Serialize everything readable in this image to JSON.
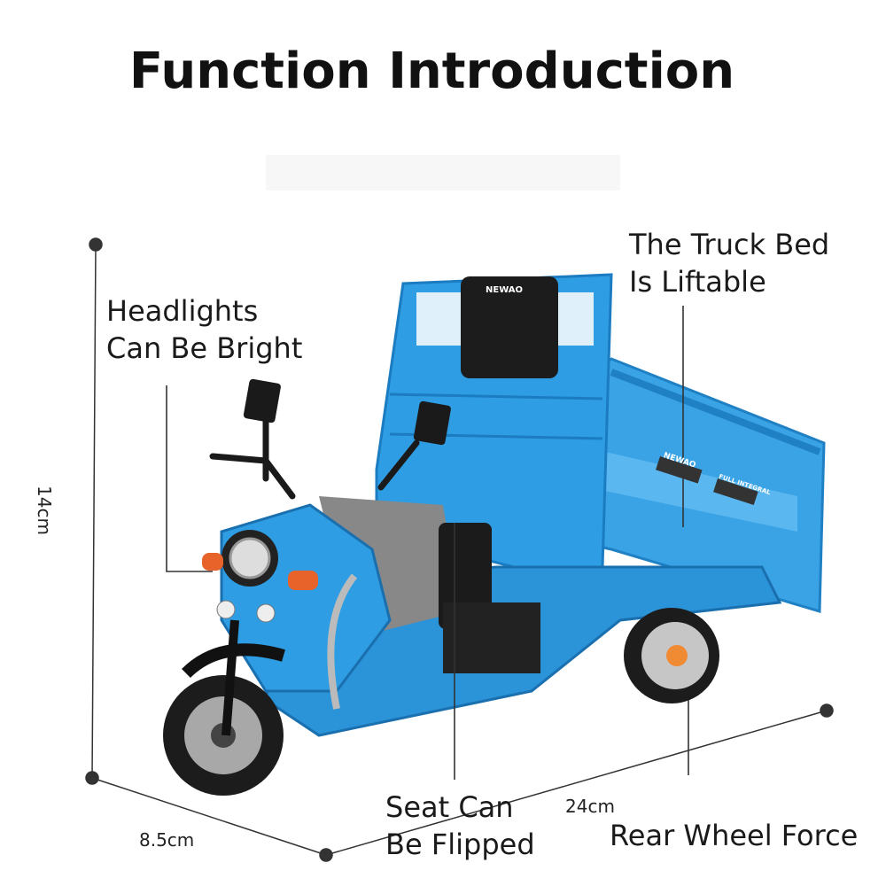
{
  "title": "Function Introduction",
  "callouts": {
    "headlights": [
      "Headlights",
      "Can Be Bright"
    ],
    "truck_bed": [
      "The Truck Bed",
      "Is Liftable"
    ],
    "seat": [
      "Seat Can",
      "Be Flipped"
    ],
    "rear_wheel": "Rear Wheel Force"
  },
  "dimensions": {
    "height": "14cm",
    "width": "8.5cm",
    "length": "24cm"
  },
  "product": {
    "brand_decal": "NEWAO",
    "side_decal": "FULL INTEGRAL",
    "body_color": "#2e9de3"
  }
}
